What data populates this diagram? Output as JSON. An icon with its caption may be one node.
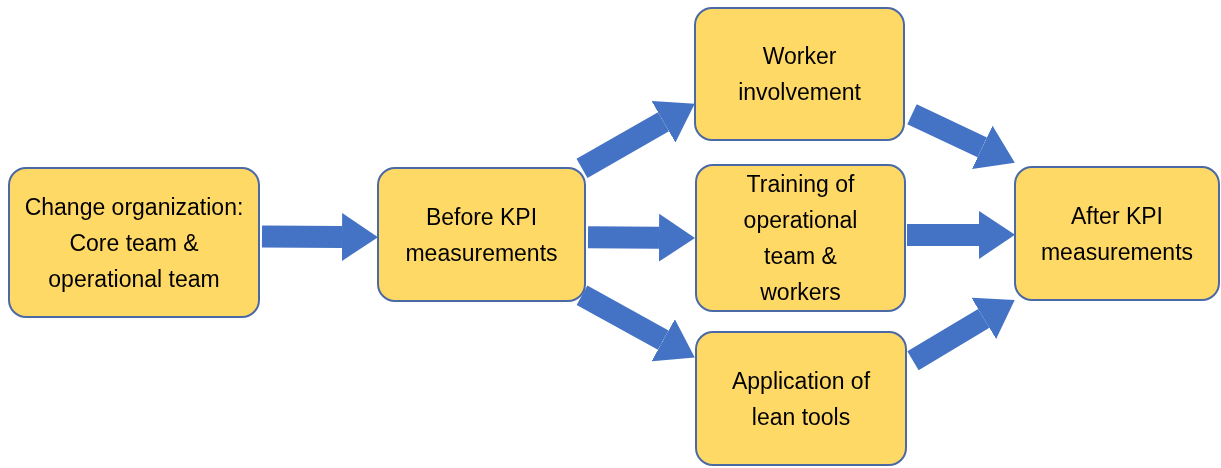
{
  "diagram": {
    "nodes": [
      {
        "text": [
          "Change organization: Core team & operational team"
        ]
      },
      {
        "text": [
          "Before KPI measurements"
        ]
      },
      {
        "text": [
          "Worker involvement"
        ]
      },
      {
        "text": [
          "Training of operational team & workers"
        ]
      },
      {
        "text": [
          "Application of lean tools"
        ]
      },
      {
        "text": [
          "After KPI measurements"
        ]
      }
    ],
    "edges": [
      {
        "from": 0,
        "to": 1,
        "arrow": "to"
      },
      {
        "from": 1,
        "to": 2,
        "arrow": "to"
      },
      {
        "from": 1,
        "to": 3,
        "arrow": "to"
      },
      {
        "from": 1,
        "to": 4,
        "arrow": "to"
      },
      {
        "from": 2,
        "to": 5,
        "arrow": "to"
      },
      {
        "from": 3,
        "to": 5,
        "arrow": "to"
      },
      {
        "from": 4,
        "to": 5,
        "arrow": "to"
      }
    ]
  }
}
